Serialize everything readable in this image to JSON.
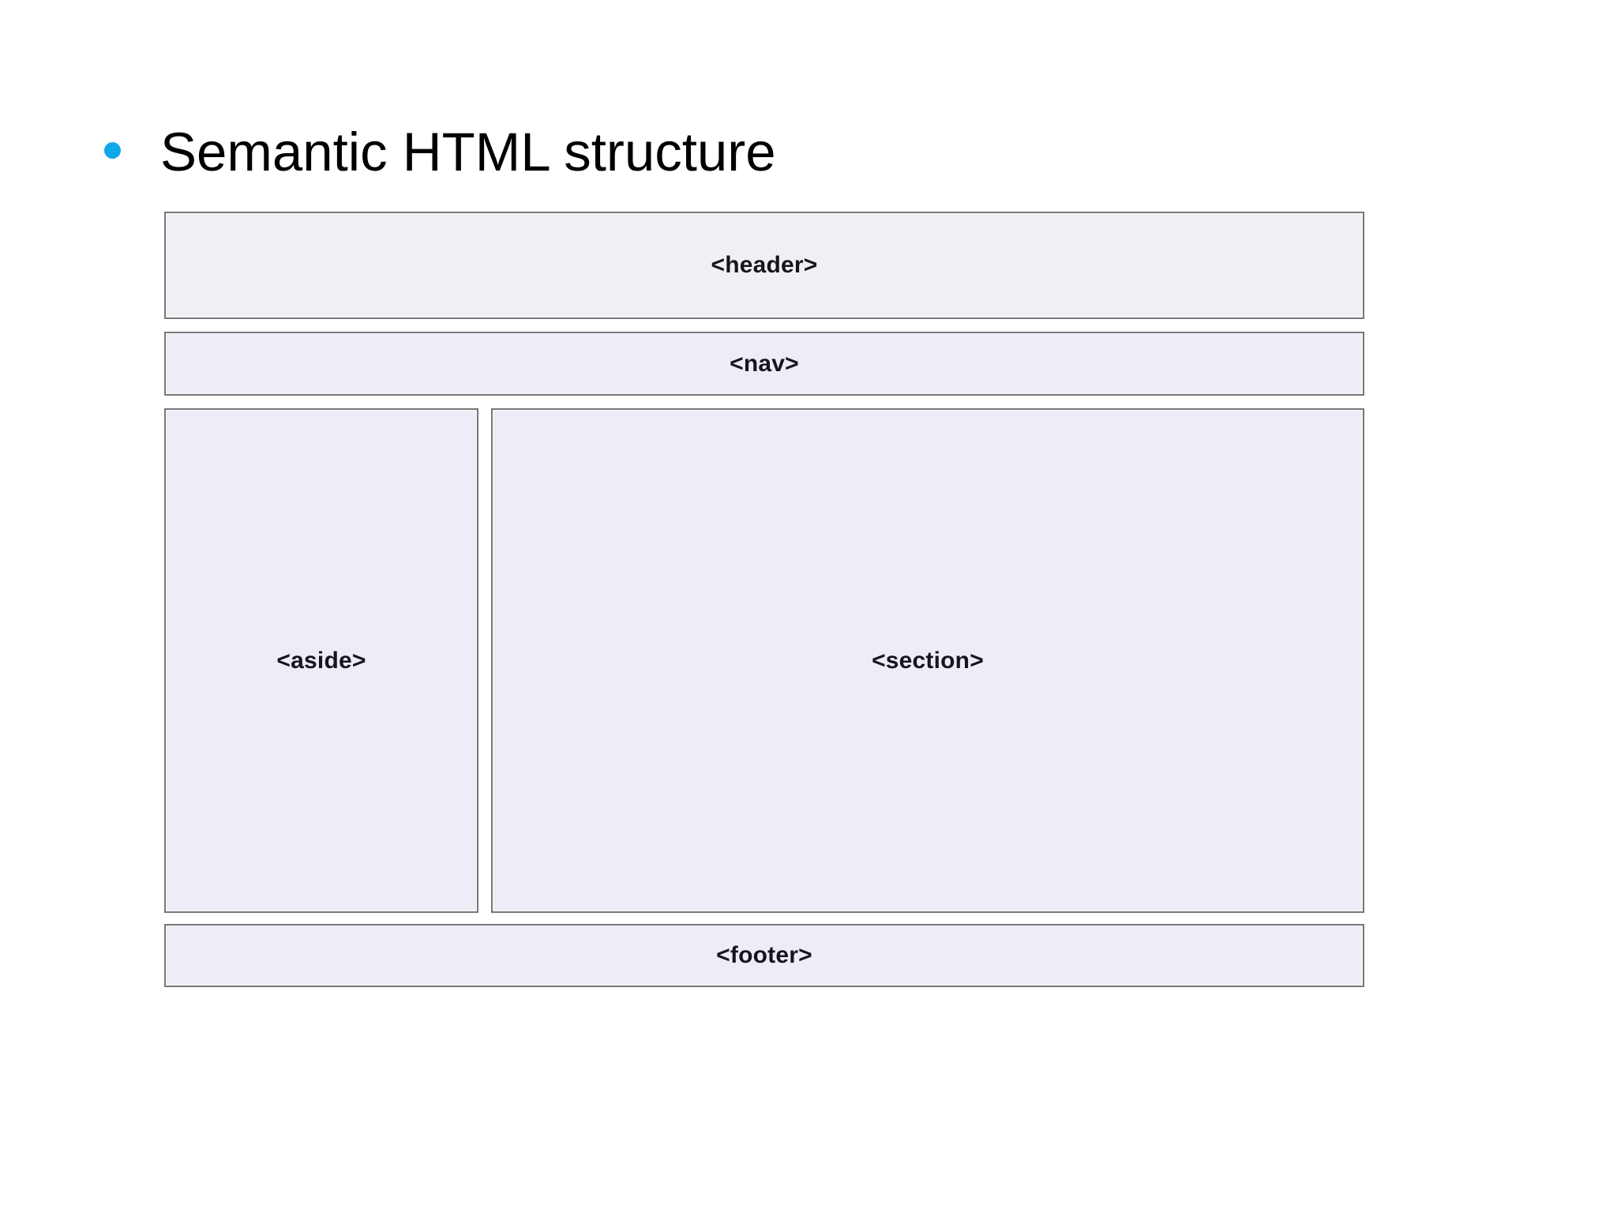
{
  "slide": {
    "background_color": "#FFFFFF",
    "bullet": {
      "icon": "bullet-dot-icon",
      "color": "#12A7E8"
    },
    "title": "Semantic HTML structure"
  },
  "diagram": {
    "name": "semantic-html-layout-diagram",
    "box_fill_color": "#EDEDF7",
    "box_border_color": "#777779",
    "label_color": "#15161C",
    "boxes": [
      {
        "id": "header",
        "label": "<header>"
      },
      {
        "id": "nav",
        "label": "<nav>"
      },
      {
        "id": "aside",
        "label": "<aside>"
      },
      {
        "id": "section",
        "label": "<section>"
      },
      {
        "id": "footer",
        "label": "<footer>"
      }
    ]
  }
}
